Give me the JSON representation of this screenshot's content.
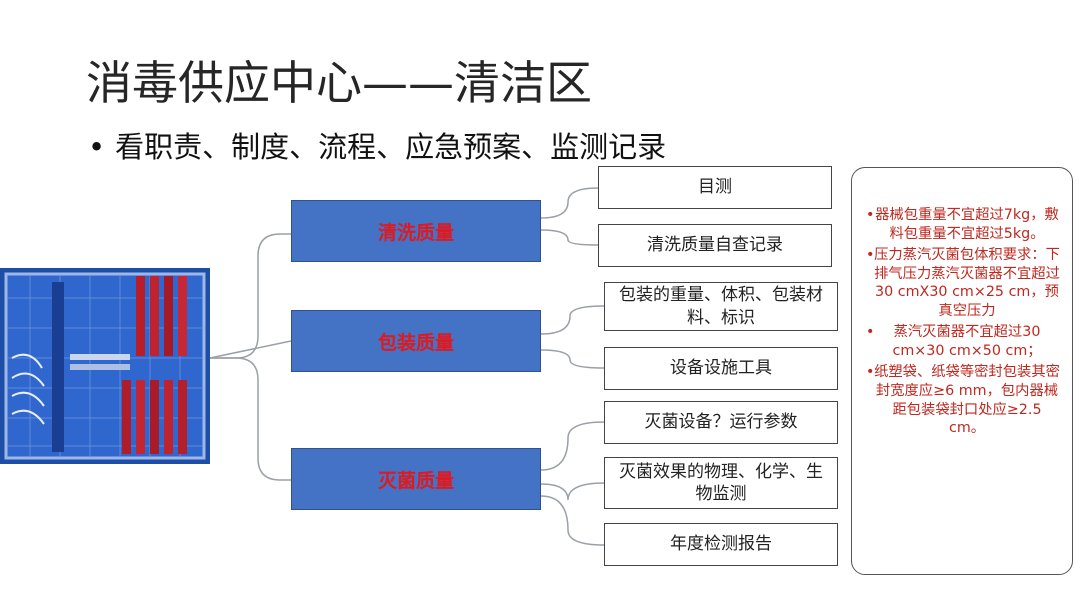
{
  "title": "消毒供应中心——清洁区",
  "subtitle": "看职责、制度、流程、应急预案、监测记录",
  "categories": [
    {
      "label": "清洗质量",
      "items": [
        "目测",
        "清洗质量自查记录"
      ]
    },
    {
      "label": "包装质量",
      "items": [
        "包装的重量、体积、包装材料、标识",
        "设备设施工具"
      ]
    },
    {
      "label": "灭菌质量",
      "items": [
        "灭菌设备？运行参数",
        "灭菌效果的物理、化学、生物监测",
        "年度检测报告"
      ]
    }
  ],
  "notes": [
    "器械包重量不宜超过7kg，敷料包重量不宜超过5kg。",
    "压力蒸汽灭菌包体积要求：下排气压力蒸汽灭菌器不宜超过30 cmX30 cm×25 cm，预真空压力",
    "蒸汽灭菌器不宜超过30 cm×30 cm×50 cm；",
    "纸塑袋、纸袋等密封包装其密封宽度应≥6 mm，包内器械距包装袋封口处应≥2.5 cm。"
  ],
  "colors": {
    "category_fill": "#4472c4",
    "category_text": "#e0191e",
    "note_text": "#c0281f"
  },
  "icons": {
    "bullet": "•"
  }
}
